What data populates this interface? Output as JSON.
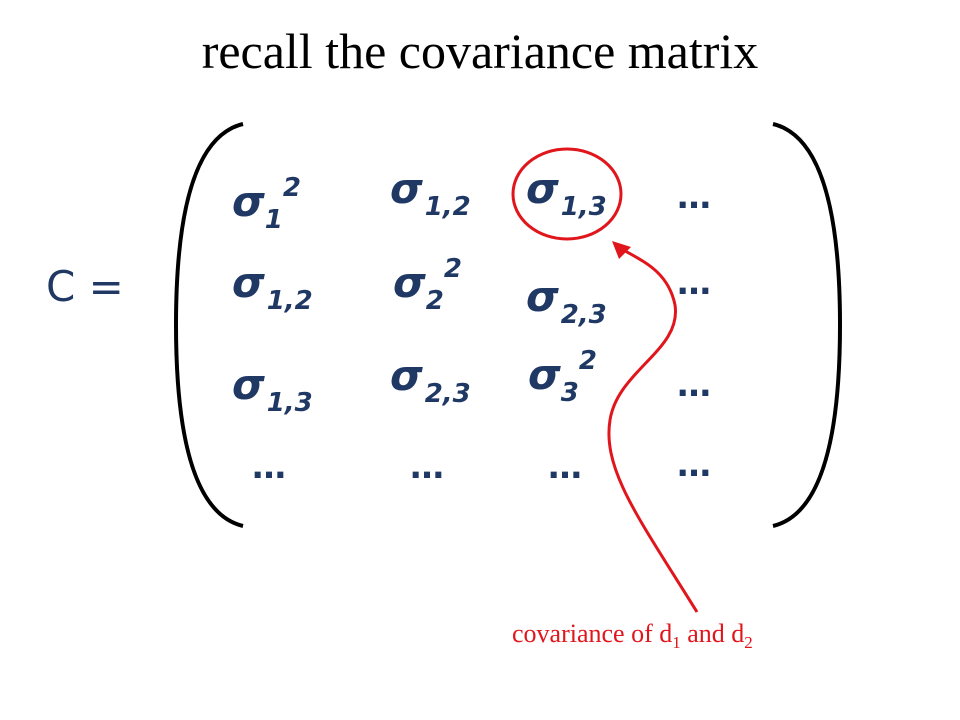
{
  "title": "recall the covariance matrix",
  "matrix_label": "C =",
  "matrix": {
    "r1c1": {
      "base": "σ",
      "sub": "1",
      "sup": "2"
    },
    "r1c2": {
      "base": "σ",
      "sub": "1,2"
    },
    "r1c3": {
      "base": "σ",
      "sub": "1,3"
    },
    "r1c4": "…",
    "r2c1": {
      "base": "σ",
      "sub": "1,2"
    },
    "r2c2": {
      "base": "σ",
      "sub": "2",
      "sup": "2"
    },
    "r2c3": {
      "base": "σ",
      "sub": "2,3"
    },
    "r2c4": "…",
    "r3c1": {
      "base": "σ",
      "sub": "1,3"
    },
    "r3c2": {
      "base": "σ",
      "sub": "2,3"
    },
    "r3c3": {
      "base": "σ",
      "sub": "3",
      "sup": "2"
    },
    "r3c4": "…",
    "r4c1": "…",
    "r4c2": "…",
    "r4c3": "…",
    "r4c4": "…"
  },
  "annotation": {
    "prefix": "covariance  of d",
    "sub1": "1",
    "middle": " and d",
    "sub2": "2",
    "color": "#e0161c"
  },
  "colors": {
    "matrix_text": "#1f3864",
    "highlight": "#e0161c"
  }
}
